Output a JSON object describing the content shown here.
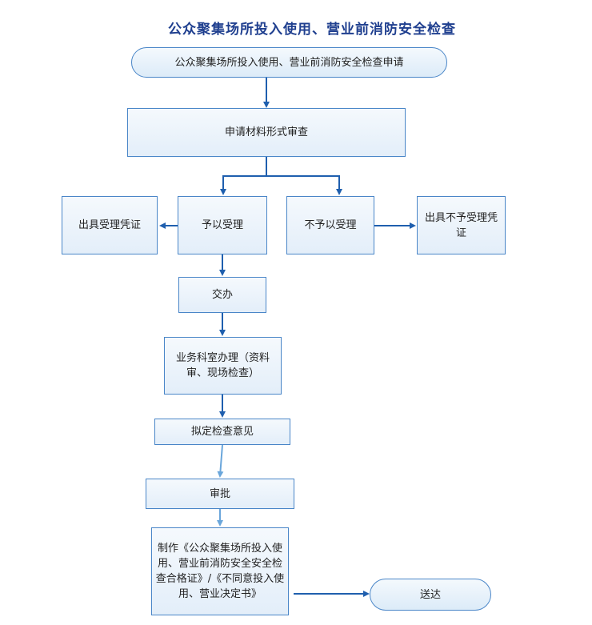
{
  "title": "公众聚集场所投入使用、营业前消防安全检查",
  "nodes": {
    "start": "公众聚集场所投入使用、营业前消防安全检查申请",
    "review": "申请材料形式审查",
    "accept": "予以受理",
    "reject": "不予以受理",
    "accept_voucher": "出具受理凭证",
    "reject_voucher": "出具不予受理凭证",
    "assign": "交办",
    "inspect": "业务科室办理（资料审、现场检查）",
    "opinion": "拟定检查意见",
    "approve": "审批",
    "produce": "制作《公众聚集场所投入使用、营业前消防安全安全检查合格证》/《不同意投入使用、营业决定书》",
    "deliver": "送达"
  }
}
